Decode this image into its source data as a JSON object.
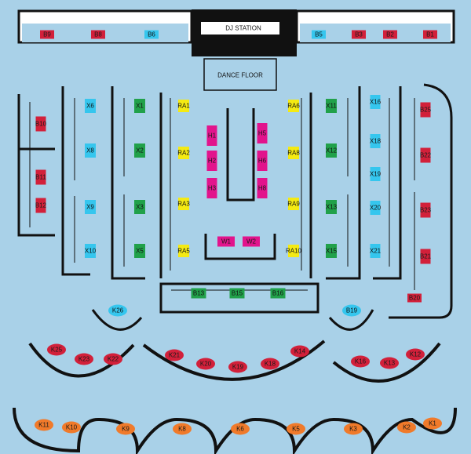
{
  "labels": {
    "dj_station": "DJ STATION",
    "dance_floor": "DANCE FLOOR"
  },
  "colors": {
    "background": "#a9d1e8",
    "wall": "#111111",
    "wall_fill": "#ffffff",
    "red": "#d2203a",
    "cyan": "#35c6ee",
    "green": "#21a14a",
    "yellow": "#f4ea13",
    "magenta": "#e2148c",
    "orange": "#f07a2a"
  },
  "tables": [
    {
      "id": "B9",
      "color": "red"
    },
    {
      "id": "B8",
      "color": "red"
    },
    {
      "id": "B6",
      "color": "cyan"
    },
    {
      "id": "B5",
      "color": "cyan"
    },
    {
      "id": "B3",
      "color": "red"
    },
    {
      "id": "B2",
      "color": "red"
    },
    {
      "id": "B1",
      "color": "red"
    },
    {
      "id": "B10",
      "color": "red"
    },
    {
      "id": "B11",
      "color": "red"
    },
    {
      "id": "B12",
      "color": "red"
    },
    {
      "id": "X6",
      "color": "cyan"
    },
    {
      "id": "X8",
      "color": "cyan"
    },
    {
      "id": "X9",
      "color": "cyan"
    },
    {
      "id": "X10",
      "color": "cyan"
    },
    {
      "id": "X1",
      "color": "green"
    },
    {
      "id": "X2",
      "color": "green"
    },
    {
      "id": "X3",
      "color": "green"
    },
    {
      "id": "X5",
      "color": "green"
    },
    {
      "id": "RA1",
      "color": "yellow"
    },
    {
      "id": "RA2",
      "color": "yellow"
    },
    {
      "id": "RA3",
      "color": "yellow"
    },
    {
      "id": "RA5",
      "color": "yellow"
    },
    {
      "id": "H1",
      "color": "magenta"
    },
    {
      "id": "H2",
      "color": "magenta"
    },
    {
      "id": "H3",
      "color": "magenta"
    },
    {
      "id": "H5",
      "color": "magenta"
    },
    {
      "id": "H6",
      "color": "magenta"
    },
    {
      "id": "H8",
      "color": "magenta"
    },
    {
      "id": "W1",
      "color": "magenta"
    },
    {
      "id": "W2",
      "color": "magenta"
    },
    {
      "id": "RA6",
      "color": "yellow"
    },
    {
      "id": "RA8",
      "color": "yellow"
    },
    {
      "id": "RA9",
      "color": "yellow"
    },
    {
      "id": "RA10",
      "color": "yellow"
    },
    {
      "id": "X11",
      "color": "green"
    },
    {
      "id": "X12",
      "color": "green"
    },
    {
      "id": "X13",
      "color": "green"
    },
    {
      "id": "X15",
      "color": "green"
    },
    {
      "id": "X16",
      "color": "cyan"
    },
    {
      "id": "X18",
      "color": "cyan"
    },
    {
      "id": "X19",
      "color": "cyan"
    },
    {
      "id": "X20",
      "color": "cyan"
    },
    {
      "id": "X21",
      "color": "cyan"
    },
    {
      "id": "B25",
      "color": "red"
    },
    {
      "id": "B22",
      "color": "red"
    },
    {
      "id": "B23",
      "color": "red"
    },
    {
      "id": "B21",
      "color": "red"
    },
    {
      "id": "B20",
      "color": "red"
    },
    {
      "id": "B13",
      "color": "green"
    },
    {
      "id": "B15",
      "color": "green"
    },
    {
      "id": "B16",
      "color": "green"
    },
    {
      "id": "K26",
      "color": "cyan"
    },
    {
      "id": "B19",
      "color": "cyan"
    },
    {
      "id": "K25",
      "color": "red"
    },
    {
      "id": "K23",
      "color": "red"
    },
    {
      "id": "K22",
      "color": "red"
    },
    {
      "id": "K21",
      "color": "red"
    },
    {
      "id": "K20",
      "color": "red"
    },
    {
      "id": "K19",
      "color": "red"
    },
    {
      "id": "K18",
      "color": "red"
    },
    {
      "id": "K14",
      "color": "red"
    },
    {
      "id": "K16",
      "color": "red"
    },
    {
      "id": "K13",
      "color": "red"
    },
    {
      "id": "K12",
      "color": "red"
    },
    {
      "id": "K11",
      "color": "orange"
    },
    {
      "id": "K10",
      "color": "orange"
    },
    {
      "id": "K9",
      "color": "orange"
    },
    {
      "id": "K8",
      "color": "orange"
    },
    {
      "id": "K6",
      "color": "orange"
    },
    {
      "id": "K5",
      "color": "orange"
    },
    {
      "id": "K3",
      "color": "orange"
    },
    {
      "id": "K2",
      "color": "orange"
    },
    {
      "id": "K1",
      "color": "orange"
    }
  ]
}
